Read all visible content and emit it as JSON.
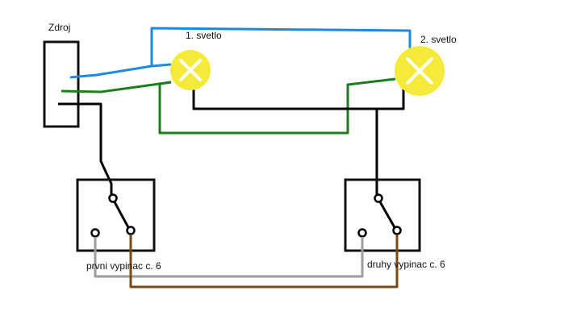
{
  "labels": {
    "source": "Zdroj",
    "light_1": "1. svetlo",
    "light_2": "2. svetlo",
    "switch_1": "prvni vypinac c. 6",
    "switch_2": "druhy vypinac c. 6"
  },
  "colors": {
    "background": "#ffffff",
    "blue_wire": "#1e88e5",
    "green_wire": "#1a7f1a",
    "black_wire": "#000000",
    "gray_wire": "#9e9e9e",
    "brown_wire": "#7a4a12",
    "lamp_fill": "#f5e93a",
    "lamp_cross": "#ffffff",
    "box_stroke": "#111111"
  },
  "icons": {
    "light_1": "lamp-icon",
    "light_2": "lamp-icon",
    "switch_1": "switch-icon",
    "switch_2": "switch-icon"
  }
}
